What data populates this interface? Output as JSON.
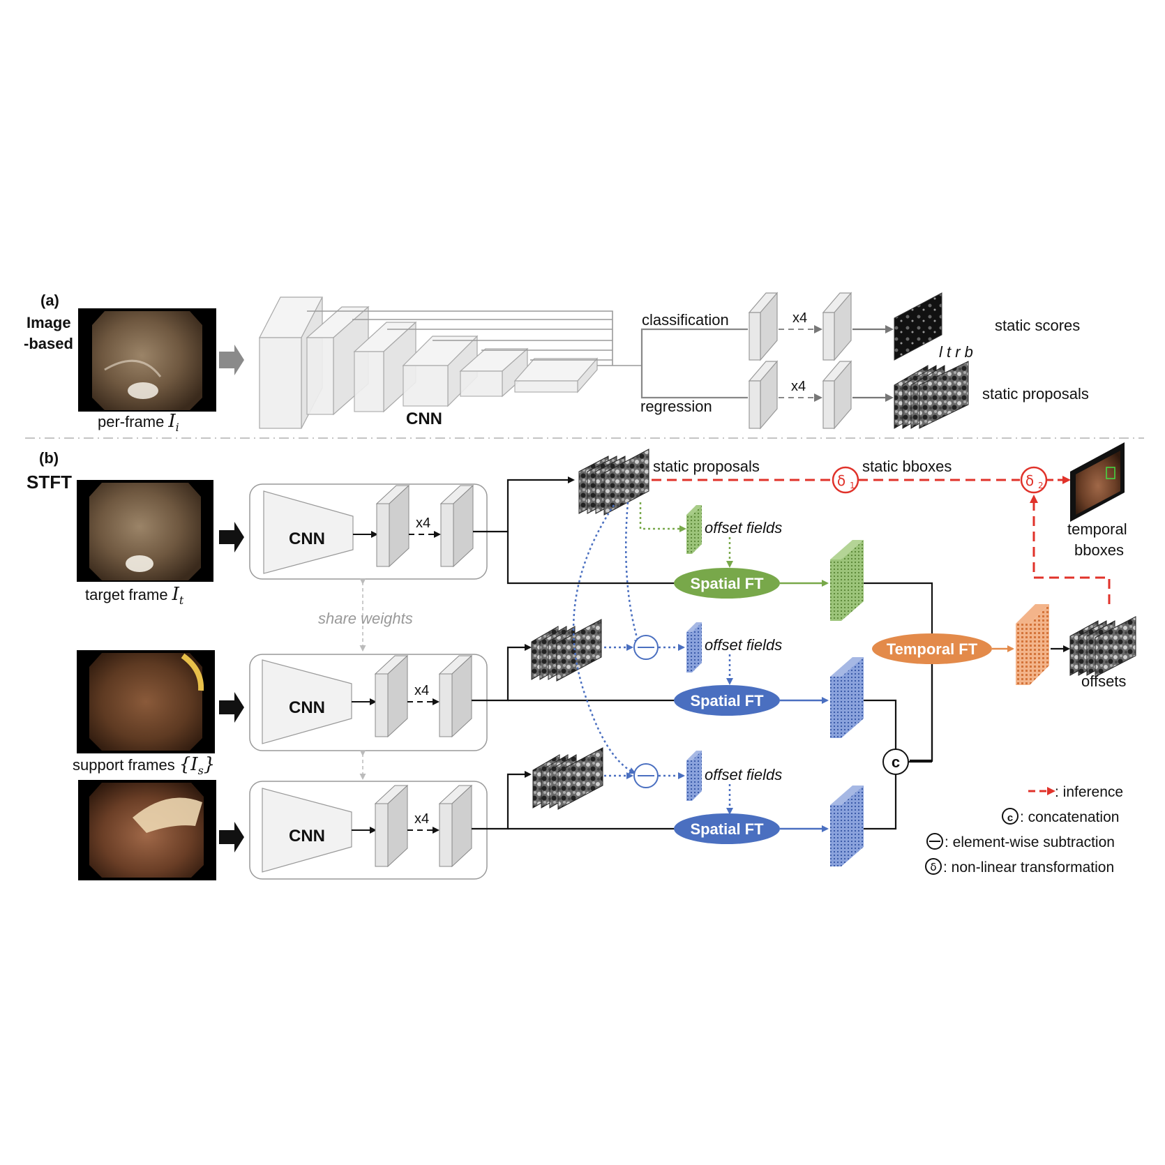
{
  "panel_a": {
    "label": "(a)",
    "title_line1": "Image",
    "title_line2": "-based",
    "input_caption": "per-frame",
    "input_symbol": "I",
    "input_sub": "i",
    "cnn_label": "CNN",
    "branch_classification": "classification",
    "branch_regression": "regression",
    "repeat_label": "x4",
    "output_scores": "static scores",
    "output_proposals": "static proposals",
    "ltrb": "l t r b"
  },
  "panel_b": {
    "label": "(b)",
    "title": "STFT",
    "target_caption": "target frame",
    "target_symbol": "I",
    "target_sub": "t",
    "support_caption": "support frames",
    "support_symbol_open": "{",
    "support_symbol": "I",
    "support_sub": "s",
    "support_symbol_close": "}",
    "cnn_label": "CNN",
    "repeat_label": "x4",
    "share_weights": "share weights",
    "static_proposals": "static proposals",
    "static_bboxes": "static bboxes",
    "delta1_sub": "1",
    "delta2_sub": "2",
    "delta_symbol": "δ",
    "offset_fields": "offset fields",
    "spatial_ft": "Spatial FT",
    "temporal_ft": "Temporal FT",
    "temporal_bboxes_line1": "temporal",
    "temporal_bboxes_line2": "bboxes",
    "offsets": "offsets",
    "concat_symbol": "c"
  },
  "legend": {
    "inference": ": inference",
    "concatenation": ": concatenation",
    "subtraction": ": element-wise subtraction",
    "nonlinear": ": non-linear transformation"
  },
  "colors": {
    "green": "#78a84a",
    "blue": "#4a6fc0",
    "orange": "#e38a4a",
    "red": "#e0322a",
    "gray": "#888888"
  }
}
